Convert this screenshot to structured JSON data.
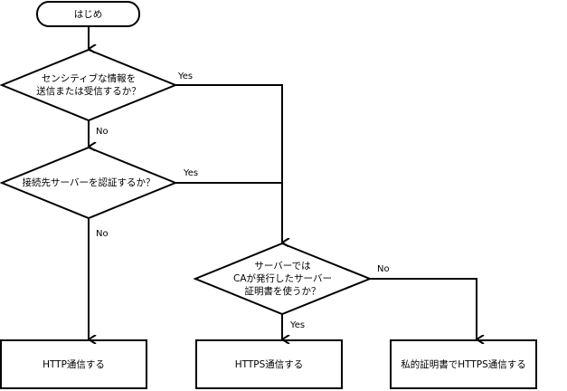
{
  "start": {
    "label": "はじめ"
  },
  "decision1": {
    "lines": [
      "センシティブな情報を",
      "送信または受信するか？"
    ],
    "yes": "Yes",
    "no": "No"
  },
  "decision2": {
    "lines": [
      "接続先サーバーを認証するか？"
    ],
    "yes": "Yes",
    "no": "No"
  },
  "decision3": {
    "lines": [
      "サーバーでは",
      "CAが発行したサーバー",
      "証明書を使うか？"
    ],
    "yes": "Yes",
    "no": "No"
  },
  "results": [
    {
      "label": "HTTP通信する"
    },
    {
      "label": "HTTPS通信する"
    },
    {
      "label": "私的証明書でHTTPS通信する"
    }
  ]
}
